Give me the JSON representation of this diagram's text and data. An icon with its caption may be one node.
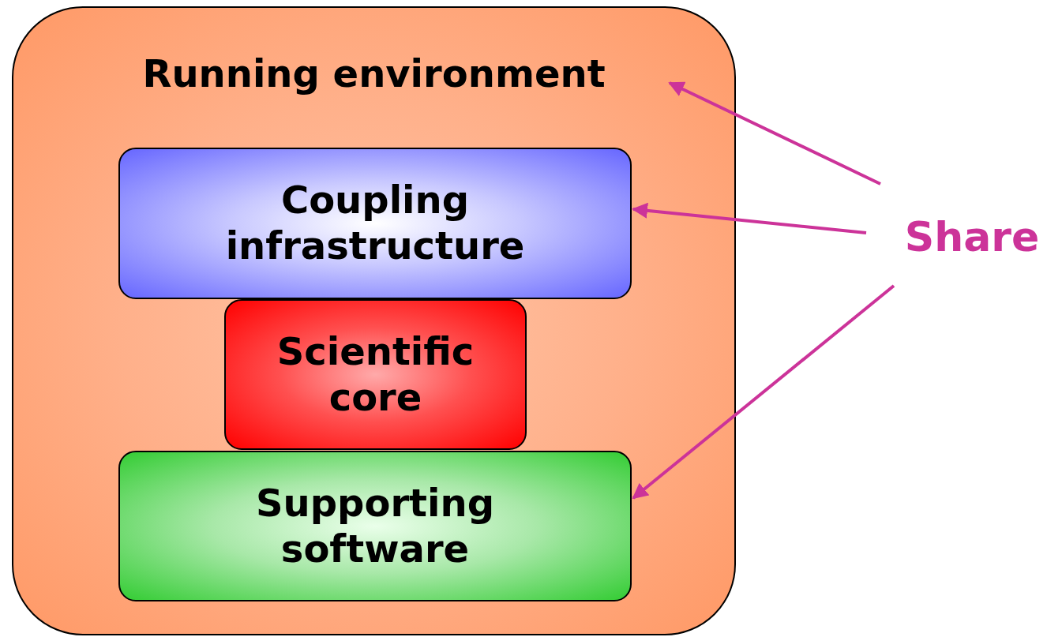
{
  "diagram": {
    "nodes": [
      {
        "text": [
          "Running environment"
        ]
      },
      {
        "text": [
          "Coupling infrastructure"
        ],
        "in": 0
      },
      {
        "text": [
          "Scientific core"
        ],
        "in": 0
      },
      {
        "text": [
          "Supporting software"
        ],
        "in": 0
      },
      {
        "text": [
          "Share"
        ]
      }
    ],
    "edges": [
      {
        "from": 4,
        "to": 0,
        "arrow": "to",
        "color": "#cc3399"
      },
      {
        "from": 4,
        "to": 1,
        "arrow": "to",
        "color": "#cc3399"
      },
      {
        "from": 4,
        "to": 3,
        "arrow": "to",
        "color": "#cc3399"
      }
    ]
  }
}
